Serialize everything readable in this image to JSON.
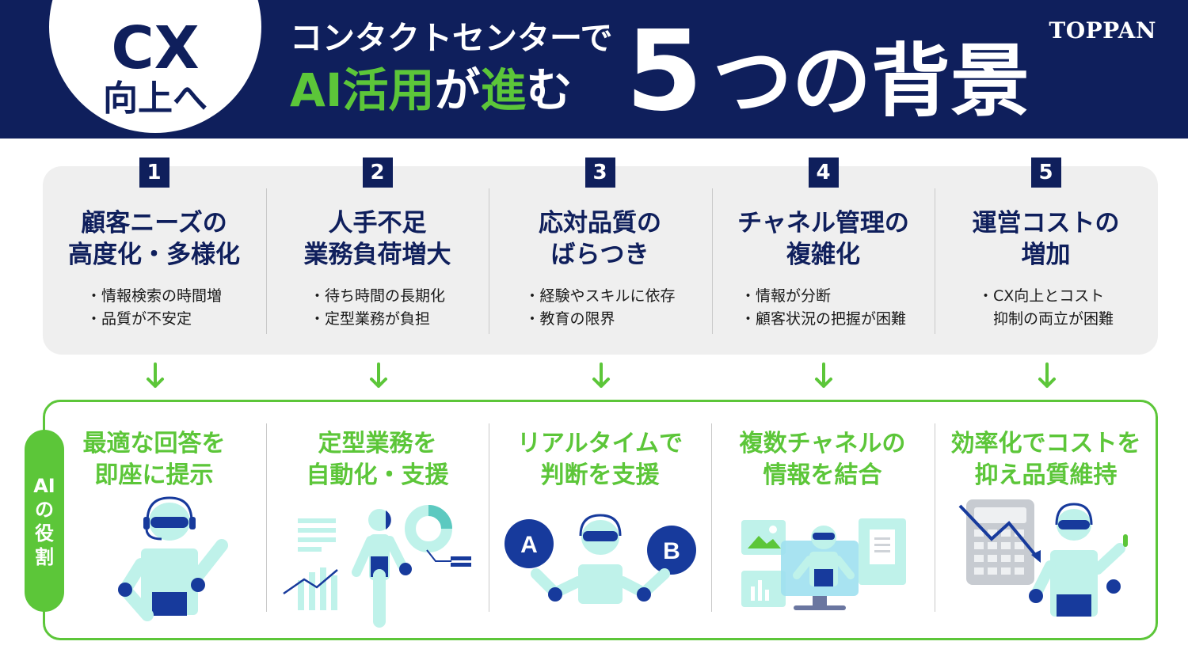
{
  "header": {
    "badge_top": "CX",
    "badge_bottom": "向上へ",
    "subtitle": "コンタクトセンターで",
    "title_green": "AI活用",
    "title_mid1": "が",
    "title_green2": "進",
    "title_mid2": "む",
    "big_number": "5",
    "big_rest": "つの背景",
    "brand": "TOPPAN"
  },
  "backgrounds": [
    {
      "num": "1",
      "title1": "顧客ニーズの",
      "title2": "高度化・多様化",
      "b1": "・情報検索の時間増",
      "b2": "・品質が不安定"
    },
    {
      "num": "2",
      "title1": "人手不足",
      "title2": "業務負荷増大",
      "b1": "・待ち時間の長期化",
      "b2": "・定型業務が負担"
    },
    {
      "num": "3",
      "title1": "応対品質の",
      "title2": "ばらつき",
      "b1": "・経験やスキルに依存",
      "b2": "・教育の限界"
    },
    {
      "num": "4",
      "title1": "チャネル管理の",
      "title2": "複雑化",
      "b1": "・情報が分断",
      "b2": "・顧客状況の把握が困難"
    },
    {
      "num": "5",
      "title1": "運営コストの",
      "title2": "増加",
      "b1": "・CX向上とコスト",
      "b2": "　抑制の両立が困難"
    }
  ],
  "ai_role": {
    "label1": "AI",
    "label2": "の",
    "label3": "役",
    "label4": "割"
  },
  "roles": [
    {
      "title1": "最適な回答を",
      "title2": "即座に提示"
    },
    {
      "title1": "定型業務を",
      "title2": "自動化・支援"
    },
    {
      "title1": "リアルタイムで",
      "title2": "判断を支援"
    },
    {
      "title1": "複数チャネルの",
      "title2": "情報を結合"
    },
    {
      "title1": "効率化でコストを",
      "title2": "抑え品質維持"
    }
  ],
  "illustrations": {
    "a_label": "A",
    "b_label": "B"
  },
  "colors": {
    "navy": "#0f1f5c",
    "green": "#5cc639",
    "mint": "#bff2ea",
    "blue": "#173a9c"
  }
}
